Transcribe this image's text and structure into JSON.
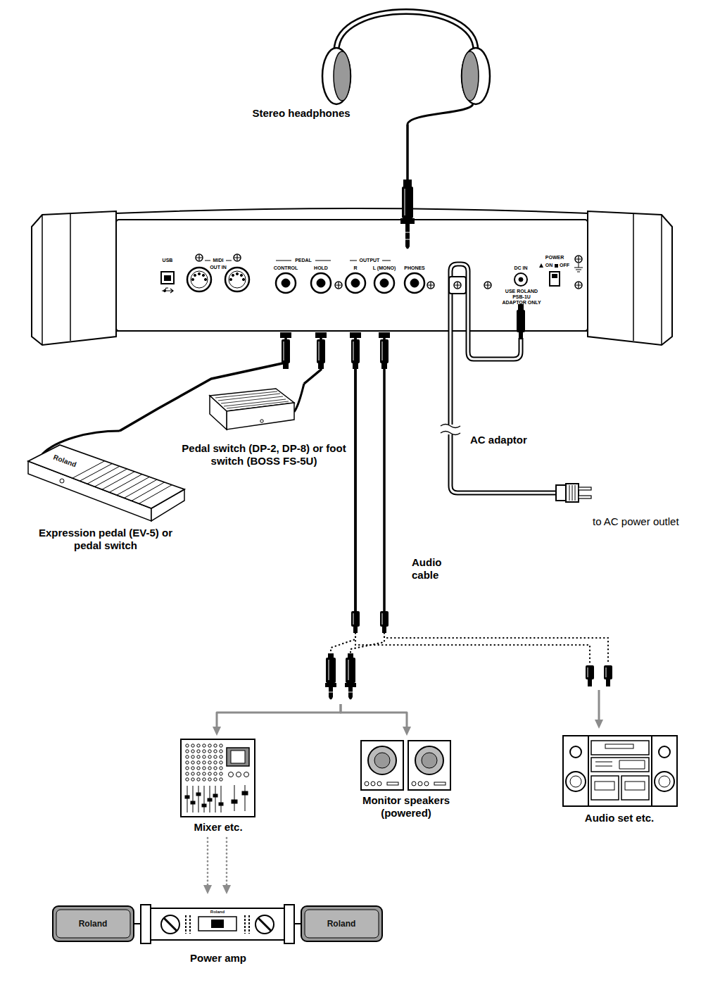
{
  "diagram": {
    "nodes": [
      {
        "text": [
          "Stereo headphones"
        ]
      },
      {
        "text": [
          "USB",
          "MIDI",
          "OUT IN",
          "PEDAL",
          "CONTROL",
          "HOLD",
          "OUTPUT",
          "R",
          "L (MONO)",
          "PHONES",
          "DC IN",
          "USE ROLAND PSB-1U ADAPTOR ONLY",
          "POWER",
          "ON",
          "OFF"
        ]
      },
      {
        "text": [
          "Pedal switch (DP-2, DP-8) or foot switch (BOSS FS-5U)"
        ]
      },
      {
        "text": [
          "Expression pedal (EV-5) or pedal switch"
        ]
      },
      {
        "text": [
          "Mixer etc."
        ]
      },
      {
        "text": [
          "Monitor speakers (powered)"
        ]
      },
      {
        "text": [
          "Audio set etc."
        ]
      },
      {
        "text": [
          "Power amp"
        ]
      }
    ],
    "edges": [
      {
        "from": 1,
        "to": 0,
        "arrow": "none"
      },
      {
        "from": 1,
        "to": 3,
        "arrow": "none"
      },
      {
        "from": 1,
        "to": 2,
        "arrow": "none"
      },
      {
        "from": 1,
        "to": 4,
        "arrow": "to"
      },
      {
        "from": 1,
        "to": 5,
        "arrow": "to"
      },
      {
        "from": 1,
        "to": 6,
        "arrow": "to"
      },
      {
        "from": 4,
        "to": 7,
        "arrow": "to"
      },
      {
        "from": 4,
        "to": 7,
        "arrow": "to"
      }
    ],
    "labels": [
      "AC adaptor",
      "to AC power outlet",
      "Audio cable",
      "Roland",
      "Roland",
      "Roland",
      "Roland"
    ]
  }
}
